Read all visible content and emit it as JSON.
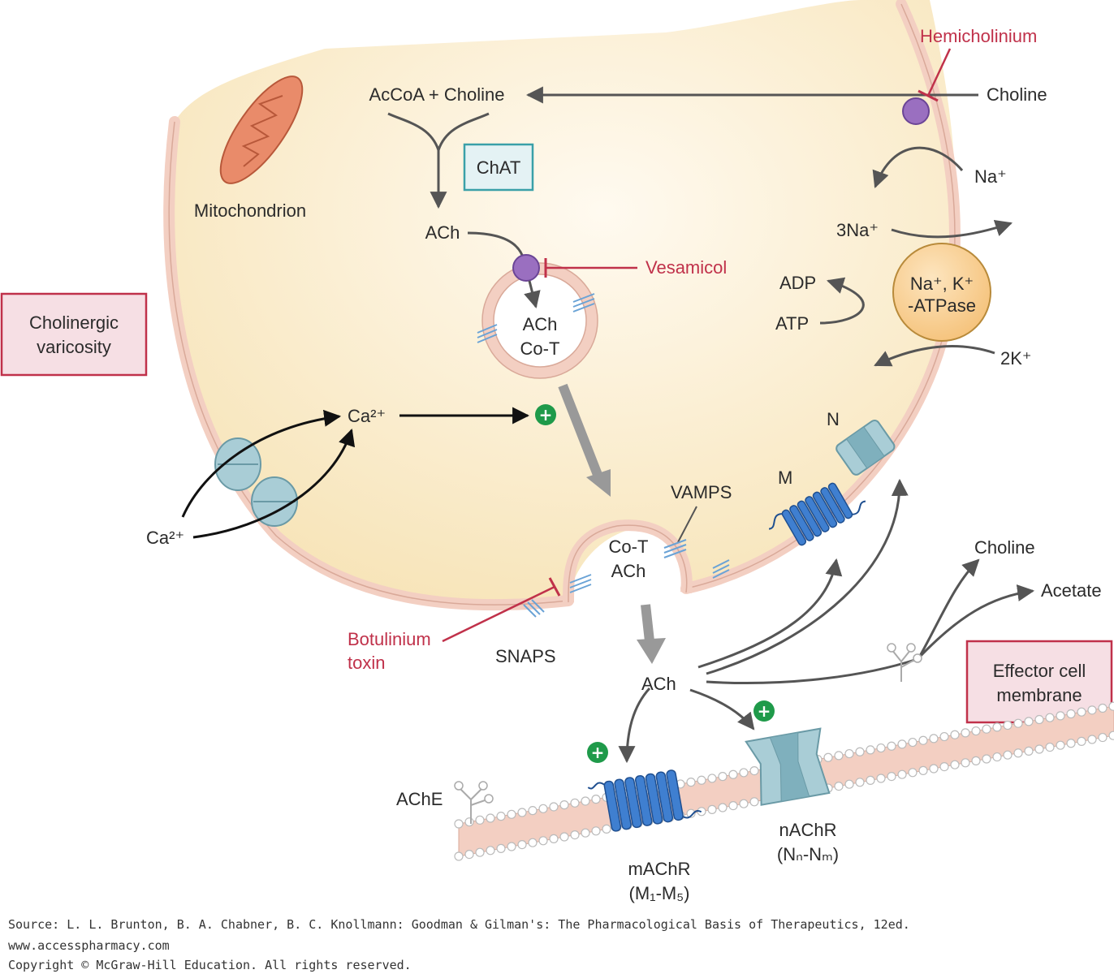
{
  "labels": {
    "mitochondrion": "Mitochondrion",
    "acCoA_choline": "AcCoA + Choline",
    "chat": "ChAT",
    "ach_top": "ACh",
    "vesicle_ach": "ACh",
    "vesicle_cot": "Co-T",
    "vesamicol": "Vesamicol",
    "hemicholinium": "Hemicholinium",
    "choline_in": "Choline",
    "na_plus": "Na⁺",
    "three_na": "3Na⁺",
    "adp": "ADP",
    "atp": "ATP",
    "atpase_line1": "Na⁺, K⁺",
    "atpase_line2": "-ATPase",
    "two_k": "2K⁺",
    "cholinergic_line1": "Cholinergic",
    "cholinergic_line2": "varicosity",
    "ca_inside": "Ca²⁺",
    "ca_outside": "Ca²⁺",
    "n_receptor": "N",
    "m_receptor": "M",
    "vamps": "VAMPS",
    "fused_cot": "Co-T",
    "fused_ach": "ACh",
    "botulinium_line1": "Botulinium",
    "botulinium_line2": "toxin",
    "snaps": "SNAPS",
    "ach_cleft": "ACh",
    "choline_out": "Choline",
    "acetate": "Acetate",
    "effector_line1": "Effector cell",
    "effector_line2": "membrane",
    "ache": "AChE",
    "machr_line1": "mAChR",
    "machr_line2": "(M₁-M₅)",
    "nachr_line1": "nAChR",
    "nachr_line2": "(Nₙ-Nₘ)",
    "plus_sign": "+"
  },
  "footer": {
    "line1": "Source: L. L. Brunton, B. A. Chabner, B. C. Knollmann: Goodman & Gilman's: The Pharmacological Basis of Therapeutics, 12ed.",
    "line2": "www.accesspharmacy.com",
    "line3": "Copyright © McGraw-Hill Education.  All rights reserved."
  },
  "colors": {
    "cytoplasm": "#fbefcf",
    "membrane": "#f3cfc2",
    "drug_text": "#c0314a",
    "label_box_fill": "#f6dfe4",
    "label_box_stroke": "#c0314a",
    "chat_box_fill": "#e4f2f4",
    "chat_box_stroke": "#3aa0a8",
    "atpase_fill": "#fbd7a0",
    "transporter": "#9a6fc0",
    "receptor_blue": "#3f7fd0",
    "channel": "#a9cdd6",
    "stimulation": "#1f9a4a"
  }
}
